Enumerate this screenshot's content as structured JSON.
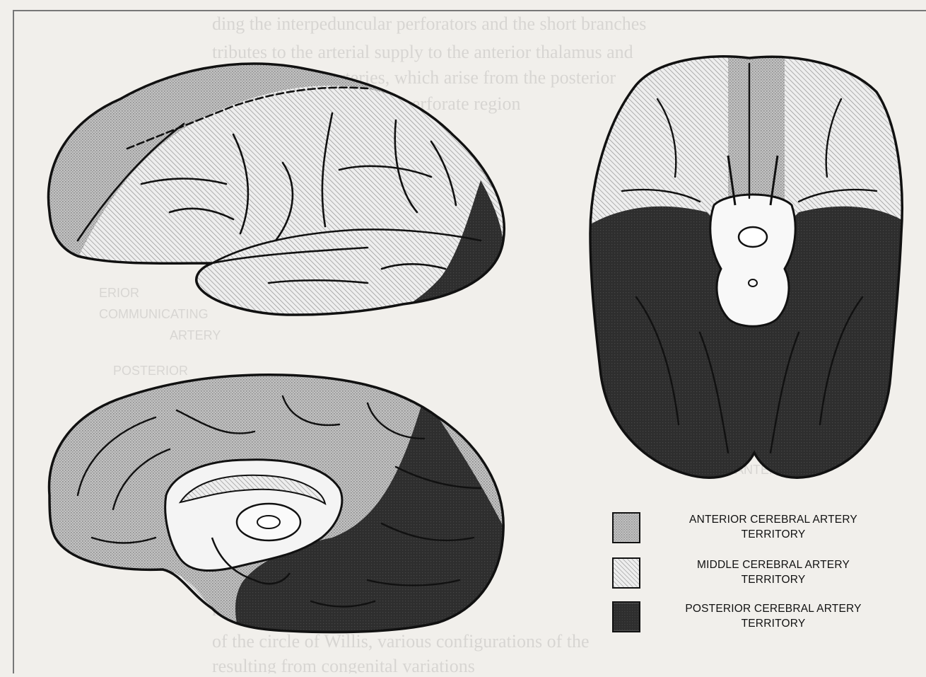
{
  "legend": [
    {
      "line1": "ANTERIOR CEREBRAL ARTERY",
      "line2": "TERRITORY",
      "pattern": "stipple"
    },
    {
      "line1": "MIDDLE CEREBRAL ARTERY",
      "line2": "TERRITORY",
      "pattern": "hatch"
    },
    {
      "line1": "POSTERIOR CEREBRAL ARTERY",
      "line2": "TERRITORY",
      "pattern": "dark"
    }
  ],
  "colors": {
    "background": "#f1efeb",
    "anterior": "#b9b9b9",
    "middle": "#e3e3e3",
    "posterior": "#2c2c2c",
    "outline": "#111111"
  }
}
